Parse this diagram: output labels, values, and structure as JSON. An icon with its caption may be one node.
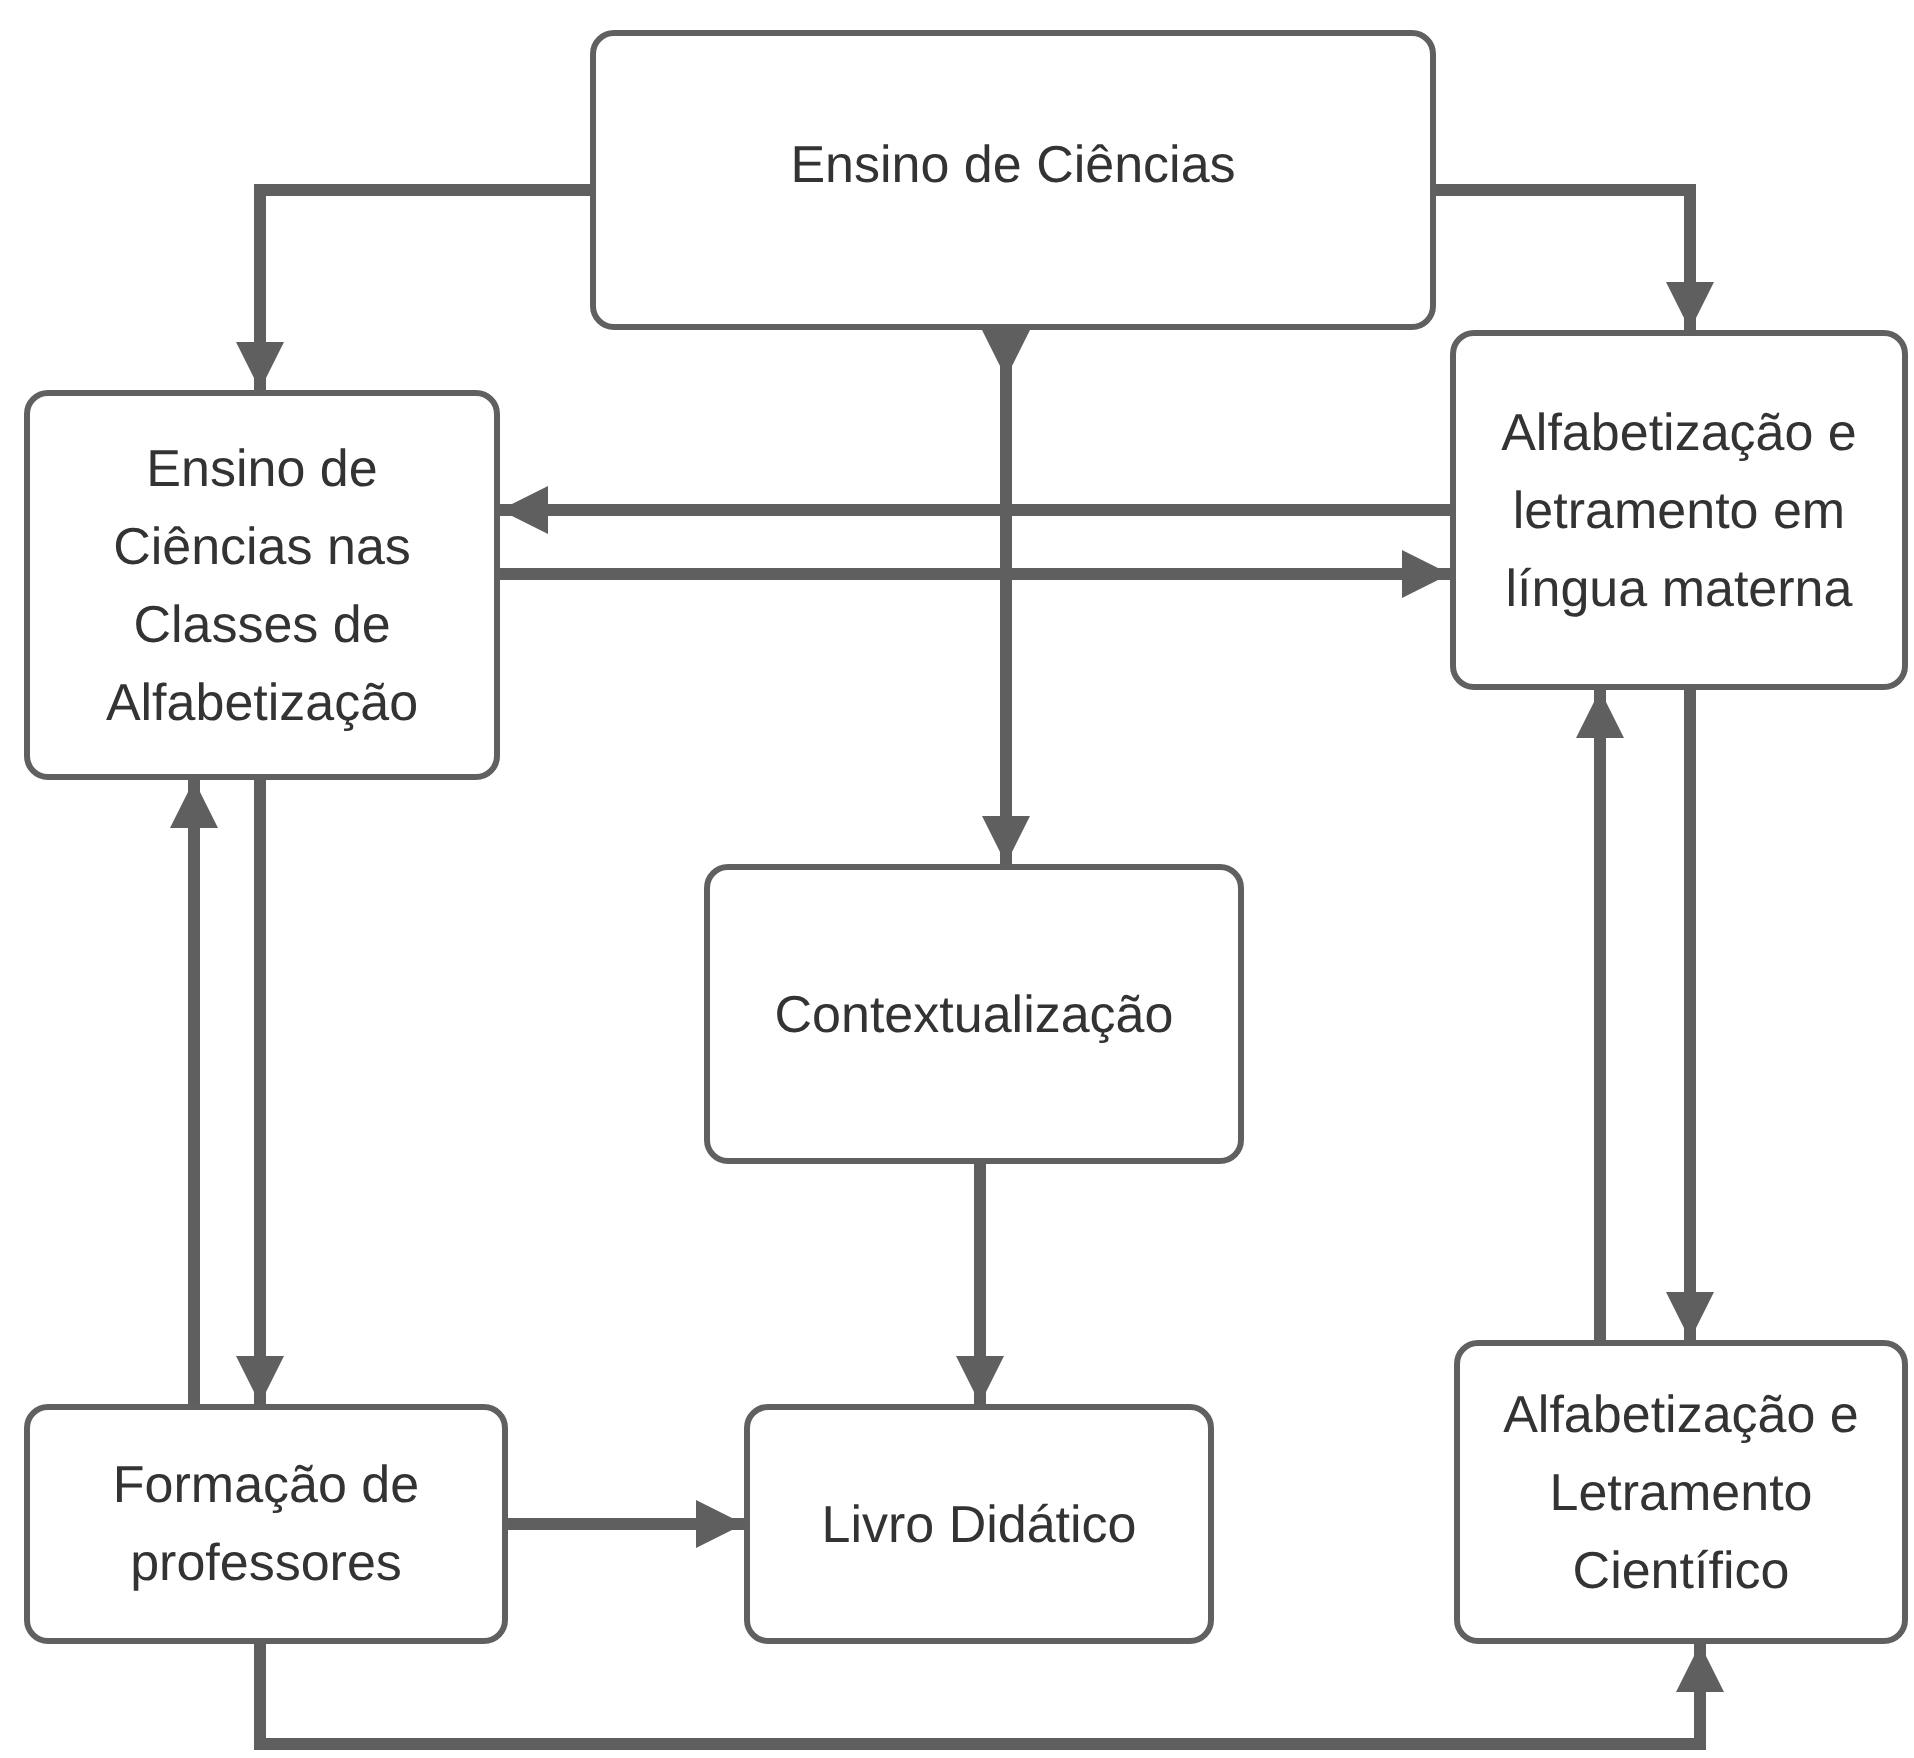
{
  "diagram": {
    "nodes": [
      {
        "text": [
          "Ensino de Ciências"
        ]
      },
      {
        "text": [
          "Ensino de Ciências nas Classes de Alfabetização"
        ]
      },
      {
        "text": [
          "Alfabetização e letramento em língua materna"
        ]
      },
      {
        "text": [
          "Contextualização"
        ]
      },
      {
        "text": [
          "Formação de professores"
        ]
      },
      {
        "text": [
          "Livro Didático"
        ]
      },
      {
        "text": [
          "Alfabetização e Letramento Científico"
        ]
      }
    ],
    "edges": [
      {
        "from": 0,
        "to": 1,
        "arrow": "to"
      },
      {
        "from": 0,
        "to": 2,
        "arrow": "to"
      },
      {
        "from": 0,
        "to": 3,
        "arrow": "to"
      },
      {
        "from": 2,
        "to": 1,
        "arrow": "to"
      },
      {
        "from": 1,
        "to": 2,
        "arrow": "to"
      },
      {
        "from": 4,
        "to": 1,
        "arrow": "to"
      },
      {
        "from": 1,
        "to": 4,
        "arrow": "to"
      },
      {
        "from": 3,
        "to": 5,
        "arrow": "to"
      },
      {
        "from": 4,
        "to": 5,
        "arrow": "to"
      },
      {
        "from": 2,
        "to": 6,
        "arrow": "to"
      },
      {
        "from": 6,
        "to": 2,
        "arrow": "to"
      },
      {
        "from": 4,
        "to": 6,
        "arrow": "to"
      }
    ]
  }
}
